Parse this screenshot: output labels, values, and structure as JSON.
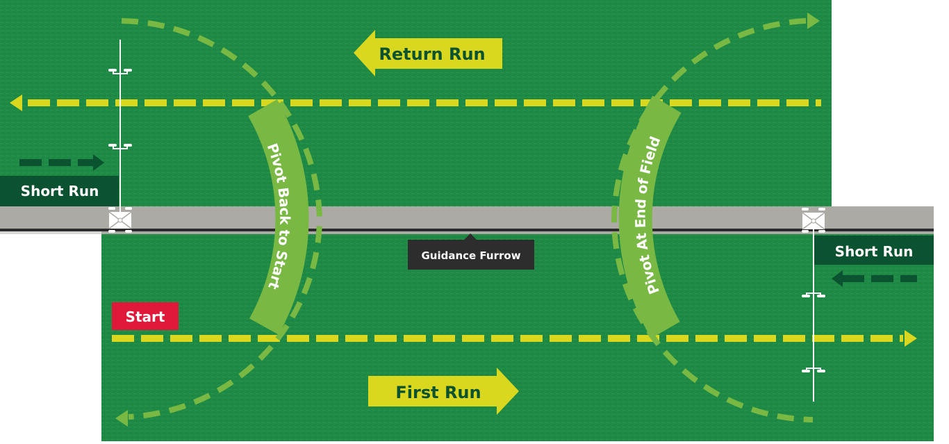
{
  "diagram": {
    "labels": {
      "return_run": "Return Run",
      "first_run": "First Run",
      "short_run_left": "Short Run",
      "short_run_right": "Short Run",
      "start": "Start",
      "guidance_furrow": "Guidance Furrow",
      "pivot_back": "Pivot Back to Start",
      "pivot_end": "Pivot At End of Field"
    },
    "colors": {
      "field": "#1e8a45",
      "field_texture": "#2a9a50",
      "road": "#abaaa5",
      "furrow": "#2b2b2b",
      "yellow": "#d9d81e",
      "light_green": "#78b843",
      "dark_green": "#0b5230",
      "start_red": "#e0183a",
      "tooltip": "#2d2d2d",
      "white": "#ffffff"
    },
    "icons": {
      "sprinkler": "irrigation-cart-icon",
      "nozzle": "sprinkler-nozzle-icon"
    }
  }
}
